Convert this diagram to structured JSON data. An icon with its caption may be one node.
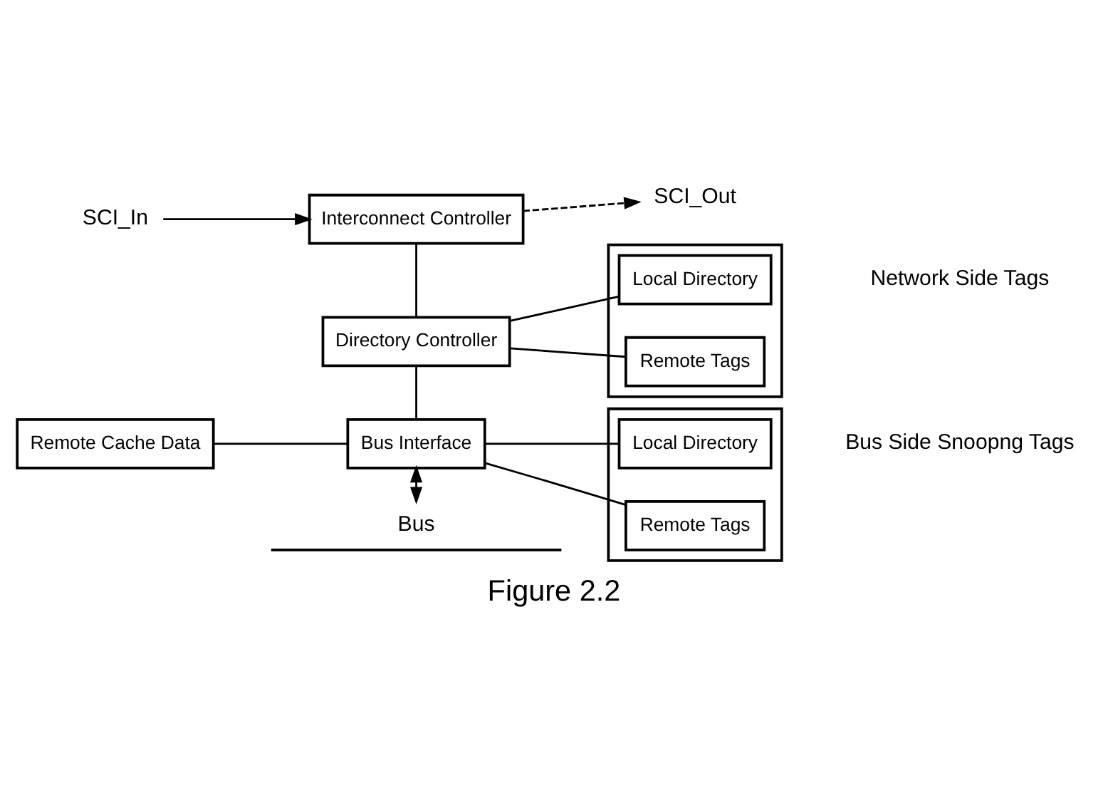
{
  "diagram": {
    "caption": "Figure 2.2",
    "nodes": [
      {
        "text": [
          "SCI_In"
        ]
      },
      {
        "text": [
          "Interconnect Controller"
        ]
      },
      {
        "text": [
          "SCI_Out"
        ]
      },
      {
        "text": [
          "Directory Controller"
        ]
      },
      {
        "text": [],
        "shape": "box",
        "beside": [
          "Network Side Tags"
        ]
      },
      {
        "text": [
          "Local Directory"
        ],
        "in": 4
      },
      {
        "text": [
          "Remote Tags"
        ],
        "in": 4
      },
      {
        "text": [
          "Remote Cache Data"
        ]
      },
      {
        "text": [
          "Bus Interface"
        ]
      },
      {
        "text": [],
        "shape": "box",
        "beside": [
          "Bus Side Snoopng Tags"
        ]
      },
      {
        "text": [
          "Local Directory"
        ],
        "in": 9
      },
      {
        "text": [
          "Remote Tags"
        ],
        "in": 9
      },
      {
        "text": [
          "Bus"
        ]
      }
    ],
    "edges": [
      {
        "from": 0,
        "to": 1,
        "arrow": "to"
      },
      {
        "from": 1,
        "to": 2,
        "arrow": "to",
        "style": "dashed"
      },
      {
        "from": 1,
        "to": 3,
        "arrow": "none"
      },
      {
        "from": 3,
        "to": 5,
        "arrow": "none"
      },
      {
        "from": 3,
        "to": 6,
        "arrow": "none"
      },
      {
        "from": 3,
        "to": 8,
        "arrow": "none"
      },
      {
        "from": 7,
        "to": 8,
        "arrow": "none"
      },
      {
        "from": 8,
        "to": 10,
        "arrow": "none"
      },
      {
        "from": 8,
        "to": 11,
        "arrow": "none"
      },
      {
        "from": 8,
        "to": 12,
        "arrow": "both"
      }
    ]
  }
}
